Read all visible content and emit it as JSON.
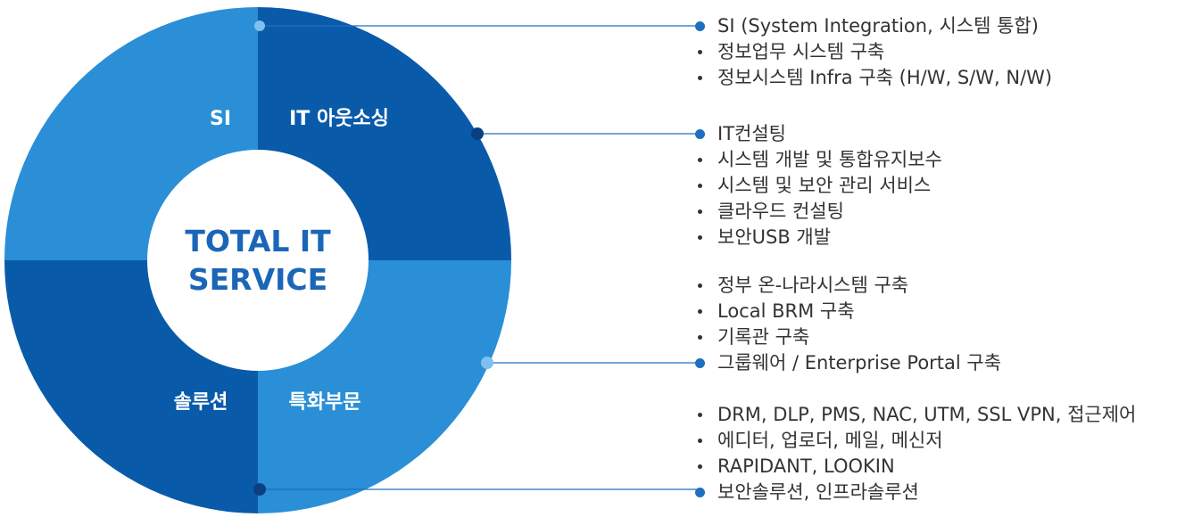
{
  "center": {
    "line1": "TOTAL IT",
    "line2": "SERVICE"
  },
  "quadrants": {
    "si": "SI",
    "outsourcing": "IT 아웃소싱",
    "solution": "솔루션",
    "special": "특화부문"
  },
  "groups": {
    "si": [
      "SI (System Integration, 시스템 통합)",
      "정보업무 시스템 구축",
      "정보시스템 Infra 구축 (H/W, S/W, N/W)"
    ],
    "outsourcing": [
      "IT컨설팅",
      "시스템 개발 및 통합유지보수",
      "시스템 및 보안 관리 서비스",
      "클라우드 컨설팅",
      "보안USB 개발"
    ],
    "special": [
      "정부 온-나라시스템 구축",
      "Local BRM 구축",
      "기록관 구축",
      "그룹웨어 / Enterprise Portal 구축"
    ],
    "solution": [
      "DRM, DLP, PMS, NAC, UTM, SSL VPN, 접근제어",
      "에디터, 업로더, 메일, 메신저",
      "RAPIDANT, LOOKIN",
      "보안솔루션, 인프라솔루션"
    ]
  },
  "colors": {
    "light": "#2a8fd6",
    "dark": "#0a5aaa",
    "connector": "#1f6fc0"
  }
}
